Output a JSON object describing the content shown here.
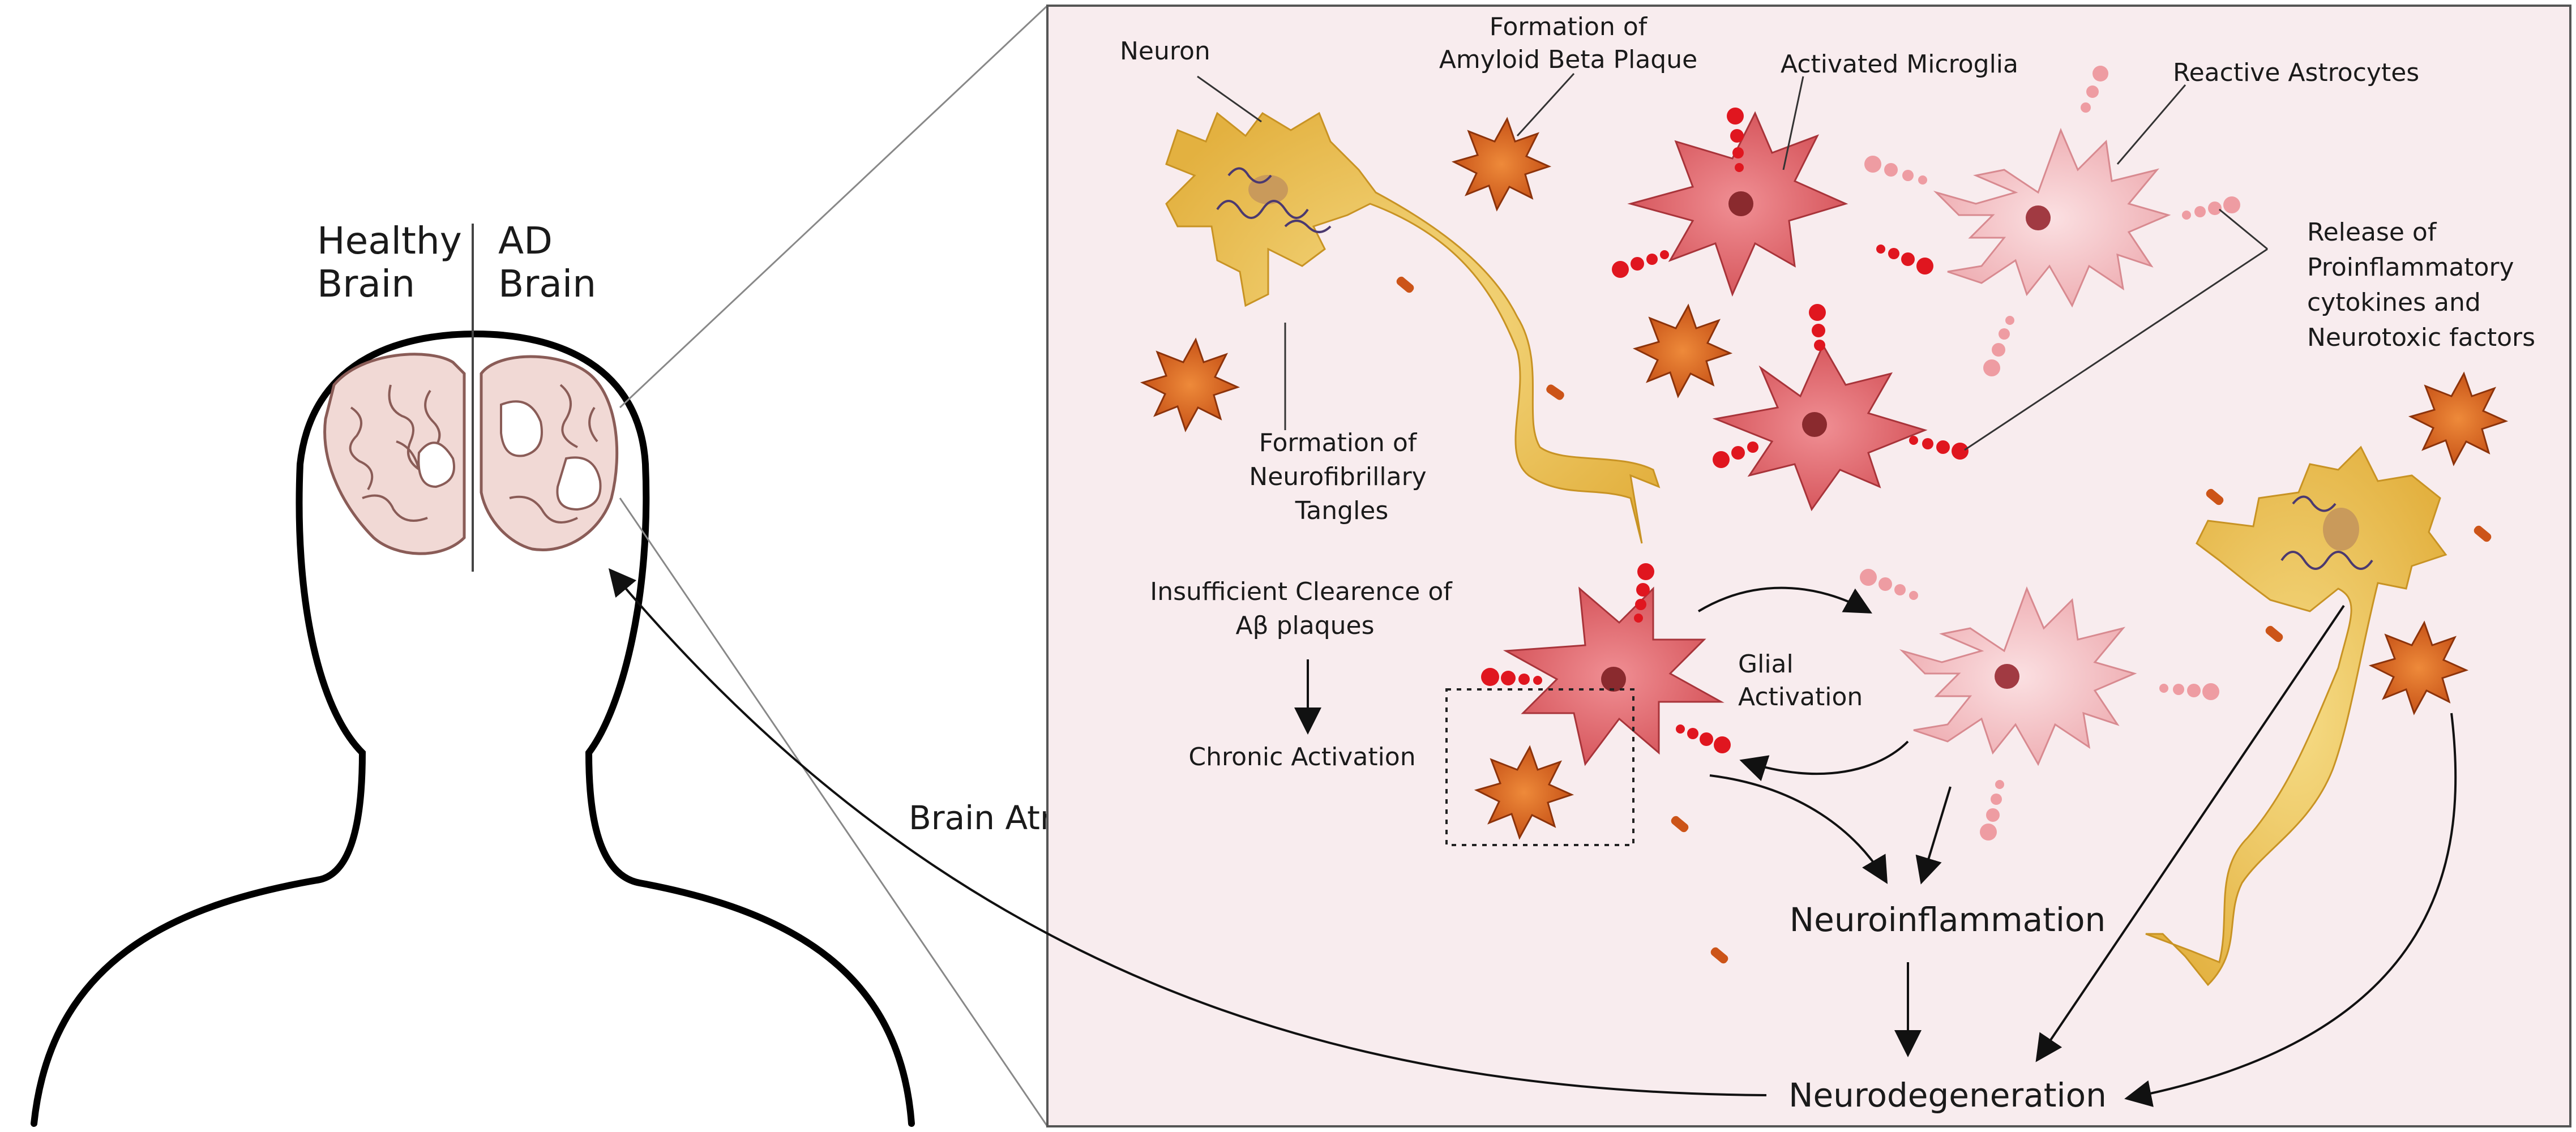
{
  "labels": {
    "healthy_brain": [
      "Healthy",
      "Brain"
    ],
    "ad_brain": [
      "AD",
      "Brain"
    ],
    "brain_atrophy": "Brain Atrophy",
    "neuron": "Neuron",
    "amyloid_plaque": [
      "Formation of",
      "Amyloid Beta Plaque"
    ],
    "activated_microglia": "Activated Microglia",
    "reactive_astrocytes": "Reactive Astrocytes",
    "release_factors": [
      "Release of",
      "Proinflammatory",
      "cytokines and",
      "Neurotoxic factors"
    ],
    "neurofibrillary": [
      "Formation of",
      "Neurofibrillary",
      "Tangles"
    ],
    "insufficient_clearance": [
      "Insufficient Clearence of",
      "Aβ plaques"
    ],
    "chronic_activation": "Chronic Activation",
    "glial_activation": [
      "Glial",
      "Activation"
    ],
    "neuroinflammation": "Neuroinflammation",
    "neurodegeneration": "Neurodegeneration"
  },
  "colors": {
    "panel_bg": "#f8ecee",
    "neuron": "#e6b94e",
    "microglia": "#d9545a",
    "astrocyte": "#f0b4b8",
    "plaque": "#cc5418",
    "brain_tissue": "#f1d9d5",
    "cytokine": "#e0161f"
  }
}
